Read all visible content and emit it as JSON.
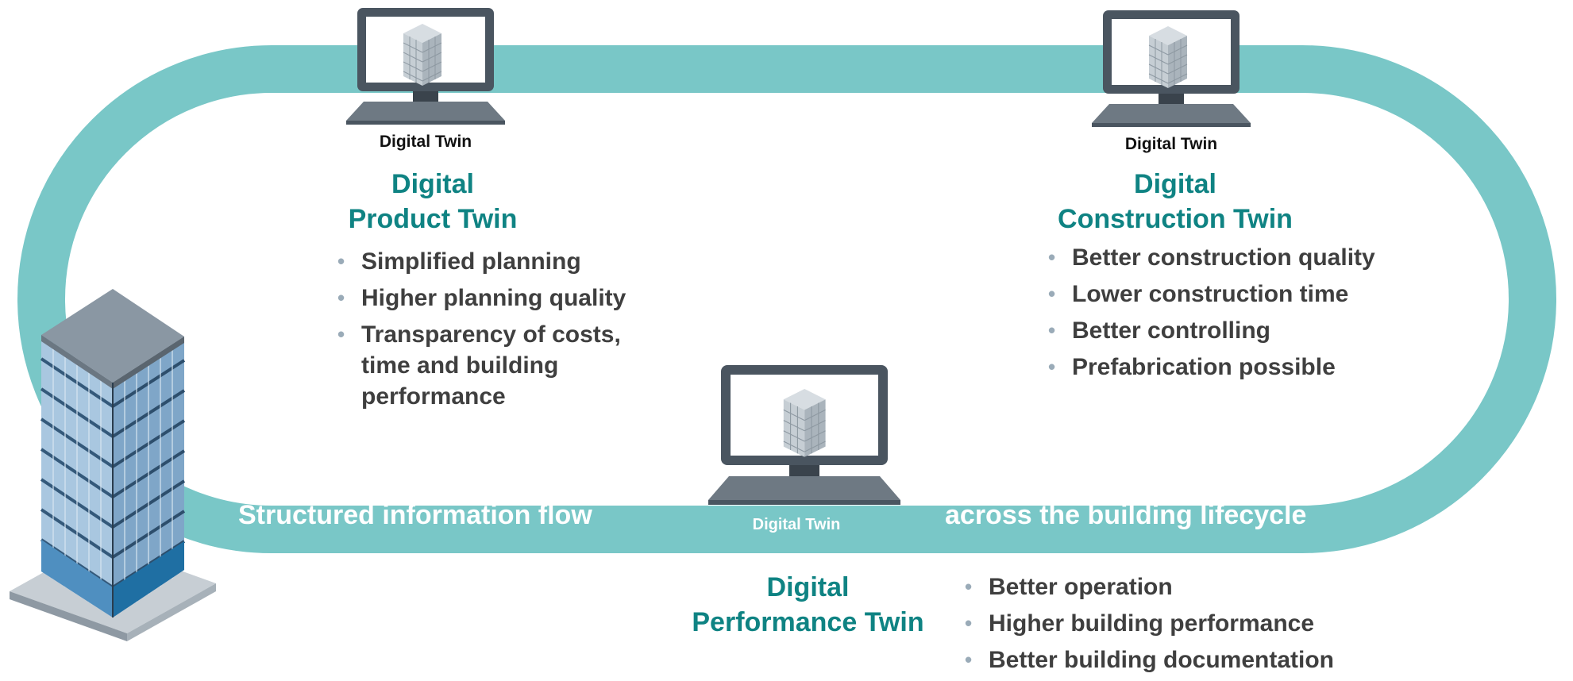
{
  "monitors": {
    "product": {
      "caption": "Digital Twin"
    },
    "construction": {
      "caption": "Digital Twin"
    },
    "performance": {
      "caption": "Digital Twin"
    }
  },
  "product_twin": {
    "title_line1": "Digital",
    "title_line2": "Product Twin",
    "bullets": [
      "Simplified planning",
      "Higher planning quality",
      "Transparency of costs, time and building performance"
    ]
  },
  "construction_twin": {
    "title_line1": "Digital",
    "title_line2": "Construction Twin",
    "bullets": [
      "Better construction quality",
      "Lower construction time",
      "Better controlling",
      "Prefabrication possible"
    ]
  },
  "performance_twin": {
    "title_line1": "Digital",
    "title_line2": "Performance Twin",
    "bullets": [
      "Better operation",
      "Higher building performance",
      "Better building documentation"
    ]
  },
  "flow": {
    "left_text": "Structured information flow",
    "right_text": "across the building lifecycle"
  },
  "colors": {
    "loop": "#79c7c7",
    "title": "#0f8383",
    "bullet_text": "#3f3f3f",
    "bullet_dot": "#9aabb8",
    "monitor": "#4a5560"
  }
}
